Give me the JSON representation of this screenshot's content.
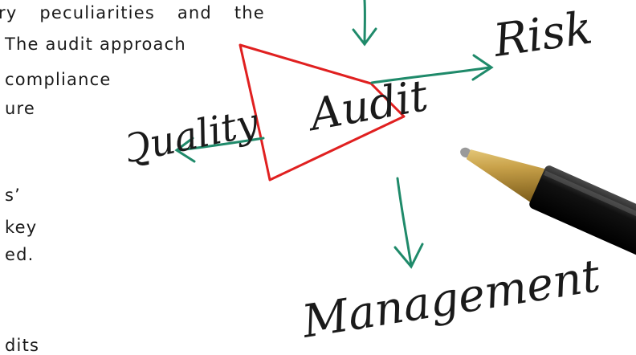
{
  "document": {
    "lines": [
      "ry peculiarities and the",
      "The audit approach",
      "compliance",
      "ure",
      "s’",
      "key",
      "ed.",
      "dits"
    ]
  },
  "diagram": {
    "center_word": "Audit",
    "branches": {
      "risk": "Risk",
      "quality": "Quality",
      "management": "Management"
    },
    "colors": {
      "diamond": "#e02020",
      "arrows": "#1f8a6a",
      "ink": "#1a1a1a",
      "pen_gold": "#c9a24a",
      "pen_black": "#111111"
    }
  }
}
